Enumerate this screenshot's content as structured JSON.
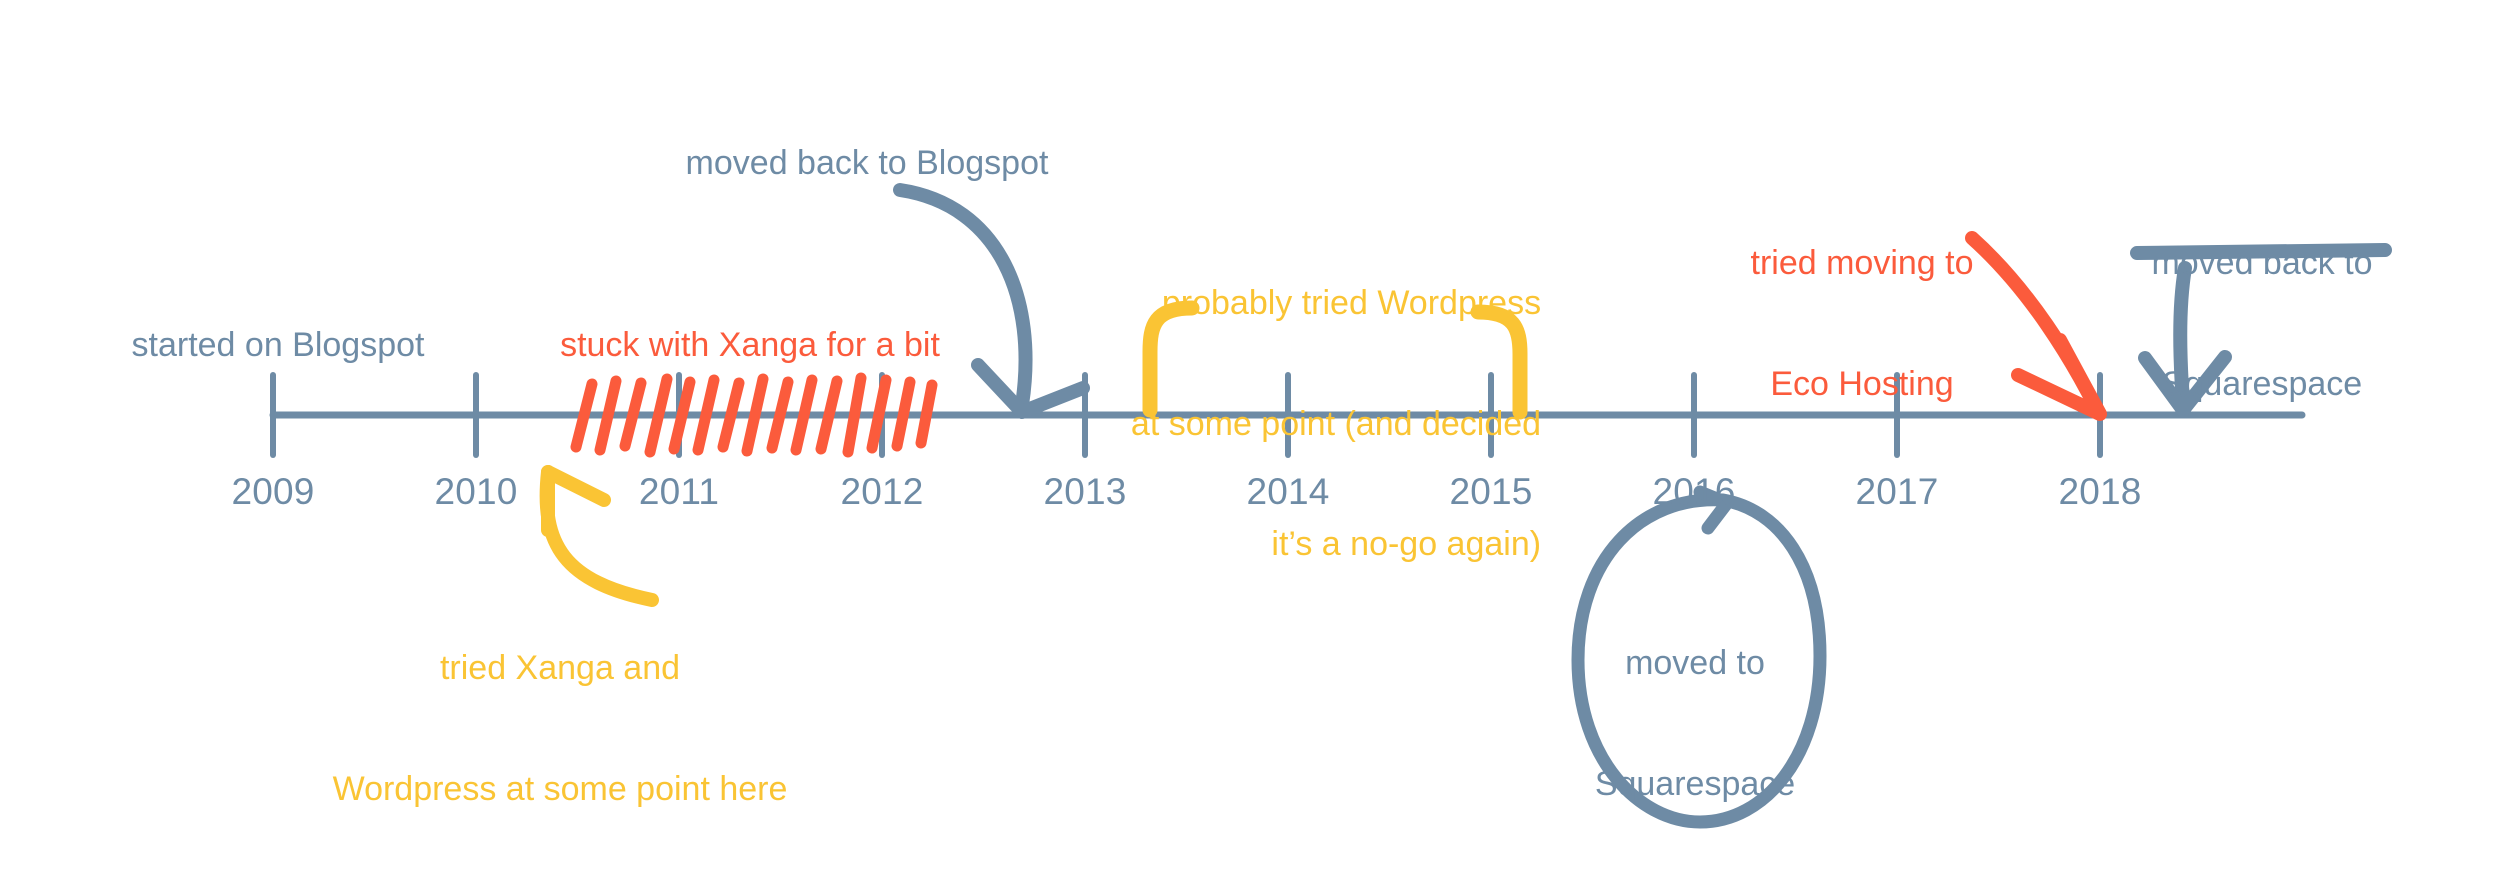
{
  "diagram": {
    "type": "timeline",
    "title": "blog hosting history timeline",
    "colors": {
      "blue_gray": "#6E8BA5",
      "red": "#FB5B3C",
      "yellow": "#FAC434",
      "background": "#FFFFFF"
    },
    "axis": {
      "orientation": "horizontal",
      "start_year": 2009,
      "end_year": 2018,
      "tick_labels": [
        "2009",
        "2010",
        "2011",
        "2012",
        "2013",
        "2014",
        "2015",
        "2016",
        "2017",
        "2018"
      ]
    },
    "annotations": [
      {
        "id": "started-on-blogspot",
        "text": "started on Blogspot",
        "color": "#6E8BA5",
        "position": "above-left",
        "marker": "none",
        "anchor_year": 2009
      },
      {
        "id": "stuck-with-xanga",
        "text": "stuck with Xanga for a bit",
        "color": "#FB5B3C",
        "position": "above",
        "marker": "hatching",
        "anchor_year_start": 2010.5,
        "anchor_year_end": 2012.3
      },
      {
        "id": "moved-back-to-blogspot",
        "text": "moved back to Blogspot",
        "color": "#6E8BA5",
        "position": "above",
        "marker": "curved-arrow",
        "anchor_year": 2012.5
      },
      {
        "id": "tried-xanga-and-wordpress",
        "text_line1": "tried Xanga and",
        "text_line2": "Wordpress at some point here",
        "color": "#FAC434",
        "position": "below",
        "marker": "curved-arrow",
        "anchor_year": 2010.3
      },
      {
        "id": "probably-tried-wordpress",
        "text_line1": "probably tried Wordpress",
        "text_line2": "at some point (and decided",
        "text_line3": "it’s a no-go again)",
        "color": "#FAC434",
        "position": "above",
        "marker": "brace",
        "anchor_year_start": 2013.4,
        "anchor_year_end": 2015.2
      },
      {
        "id": "moved-to-squarespace",
        "text_line1": "moved to",
        "text_line2": "Squarespace",
        "color": "#6E8BA5",
        "position": "below",
        "marker": "circle",
        "anchor_year": 2016
      },
      {
        "id": "tried-moving-to-eco-hosting",
        "text_line1": "tried moving to",
        "text_line2": "Eco Hosting",
        "color": "#FB5B3C",
        "position": "above",
        "marker": "straight-arrow",
        "anchor_year": 2018
      },
      {
        "id": "moved-back-to-squarespace",
        "text_line1": "moved back to",
        "text_line2": "Squarespace",
        "color": "#6E8BA5",
        "position": "above-right",
        "marker": "underline-and-arrow",
        "anchor_year": 2018.3
      }
    ]
  },
  "chart_data": {
    "type": "timeline",
    "title": "blog hosting history timeline",
    "xlabel": "",
    "ylabel": "",
    "xlim": [
      2009,
      2018
    ],
    "grid": false,
    "legend": "none",
    "categories": [
      "2009",
      "2010",
      "2011",
      "2012",
      "2013",
      "2014",
      "2015",
      "2016",
      "2017",
      "2018"
    ],
    "x": [
      2009,
      2010,
      2011,
      2012,
      2013,
      2014,
      2015,
      2016,
      2017,
      2018
    ],
    "events": [
      {
        "year": 2009,
        "label": "started on Blogspot",
        "color": "#6E8BA5"
      },
      {
        "year": 2010.3,
        "label": "tried Xanga and Wordpress at some point here",
        "color": "#FAC434"
      },
      {
        "year": 2011.4,
        "label": "stuck with Xanga for a bit",
        "color": "#FB5B3C"
      },
      {
        "year": 2012.5,
        "label": "moved back to Blogspot",
        "color": "#6E8BA5"
      },
      {
        "year": 2014.3,
        "label": "probably tried Wordpress at some point (and decided it’s a no-go again)",
        "color": "#FAC434"
      },
      {
        "year": 2016,
        "label": "moved to Squarespace",
        "color": "#6E8BA5"
      },
      {
        "year": 2018,
        "label": "tried moving to Eco Hosting",
        "color": "#FB5B3C"
      },
      {
        "year": 2018.3,
        "label": "moved back to Squarespace",
        "color": "#6E8BA5"
      }
    ]
  },
  "years": {
    "y2009": "2009",
    "y2010": "2010",
    "y2011": "2011",
    "y2012": "2012",
    "y2013": "2013",
    "y2014": "2014",
    "y2015": "2015",
    "y2016": "2016",
    "y2017": "2017",
    "y2018": "2018"
  },
  "labels": {
    "started_on_blogspot": "started on Blogspot",
    "stuck_with_xanga": "stuck with Xanga for a bit",
    "moved_back_to_blogspot": "moved back to Blogspot",
    "tried_xanga_l1": "tried Xanga and",
    "tried_xanga_l2": "Wordpress at some point here",
    "probably_wp_l1": "probably tried Wordpress",
    "probably_wp_l2": "at some point (and decided",
    "probably_wp_l3": "it’s a no-go again)",
    "moved_to_sqsp_l1": "moved to",
    "moved_to_sqsp_l2": "Squarespace",
    "eco_hosting_l1": "tried moving to",
    "eco_hosting_l2": "Eco Hosting",
    "moved_back_sqsp_l1": "moved back to",
    "moved_back_sqsp_l2": "Squarespace"
  }
}
